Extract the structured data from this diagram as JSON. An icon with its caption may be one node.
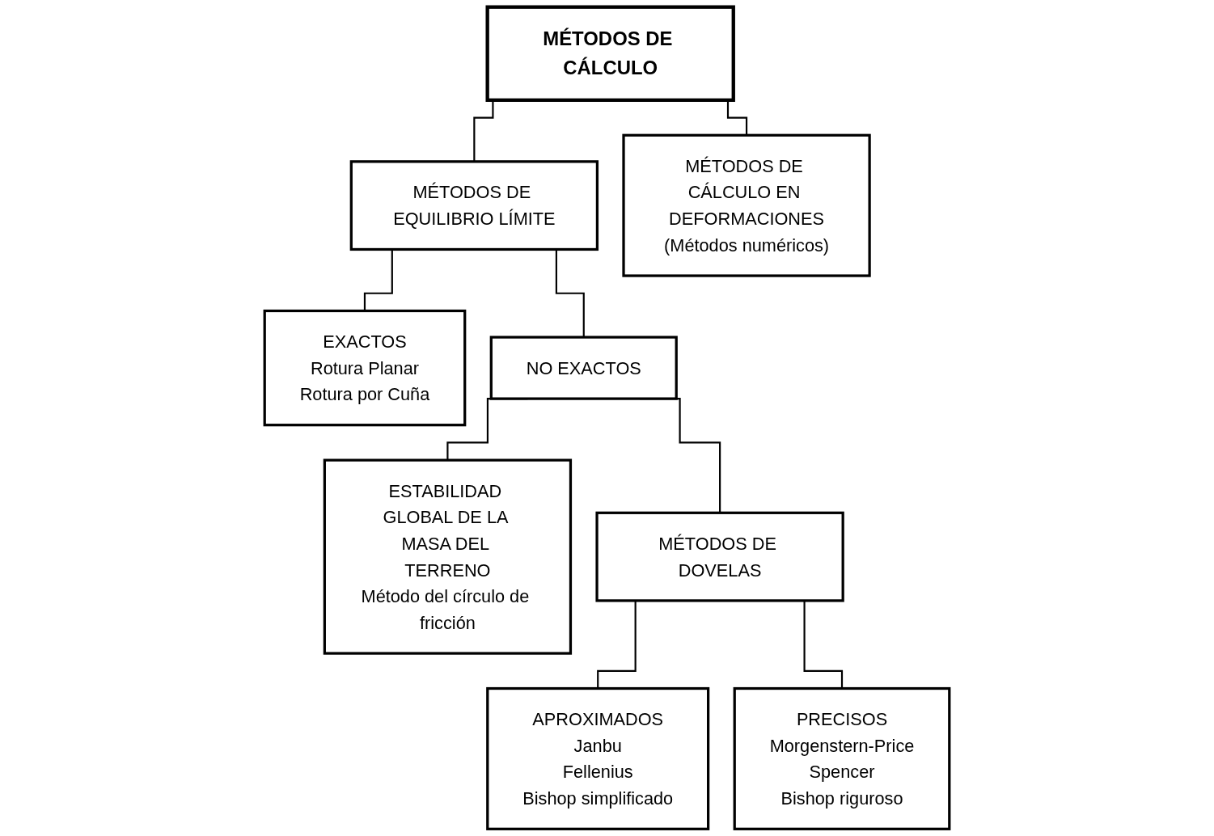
{
  "diagram": {
    "nodes": [
      {
        "text": [
          "MÉTODOS DE CÁLCULO"
        ]
      },
      {
        "text": [
          "MÉTODOS DE EQUILIBRIO LÍMITE"
        ]
      },
      {
        "text": [
          "MÉTODOS DE CÁLCULO EN DEFORMACIONES",
          "(Métodos numéricos)"
        ]
      },
      {
        "text": [
          "EXACTOS",
          "Rotura Planar",
          "Rotura por Cuña"
        ]
      },
      {
        "text": [
          "NO EXACTOS"
        ]
      },
      {
        "text": [
          "ESTABILIDAD GLOBAL DE LA MASA DEL TERRENO",
          "Método del círculo de fricción"
        ]
      },
      {
        "text": [
          "MÉTODOS DE DOVELAS"
        ]
      },
      {
        "text": [
          "APROXIMADOS",
          "Janbu",
          "Fellenius",
          "Bishop simplificado"
        ]
      },
      {
        "text": [
          "PRECISOS",
          "Morgenstern-Price",
          "Spencer",
          "Bishop riguroso"
        ]
      }
    ],
    "edges": [
      {
        "from": 0,
        "to": 1,
        "arrow": "none"
      },
      {
        "from": 0,
        "to": 2,
        "arrow": "none"
      },
      {
        "from": 1,
        "to": 3,
        "arrow": "none"
      },
      {
        "from": 1,
        "to": 4,
        "arrow": "none"
      },
      {
        "from": 4,
        "to": 5,
        "arrow": "none"
      },
      {
        "from": 4,
        "to": 6,
        "arrow": "none"
      },
      {
        "from": 6,
        "to": 7,
        "arrow": "none"
      },
      {
        "from": 6,
        "to": 8,
        "arrow": "none"
      }
    ]
  }
}
